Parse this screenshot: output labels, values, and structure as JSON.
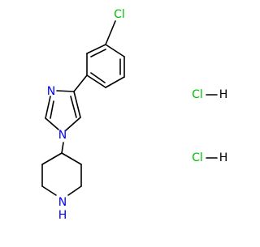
{
  "molecule": {
    "colors": {
      "bond": "#000000",
      "nitrogen": "#0000ff",
      "chlorine": "#00c000"
    },
    "atom_labels": {
      "ring_chlorine": "Cl",
      "imidazole_n3": "N",
      "imidazole_n1": "N",
      "piperidine_n": "N",
      "piperidine_h": "H"
    },
    "salts": [
      {
        "cl": "Cl",
        "h": "H"
      },
      {
        "cl": "Cl",
        "h": "H"
      }
    ]
  }
}
